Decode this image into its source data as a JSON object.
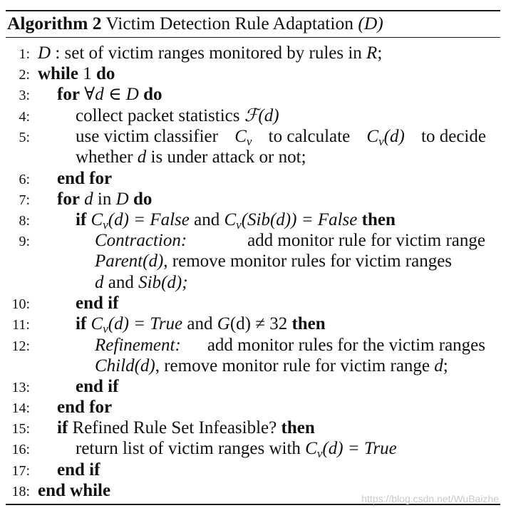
{
  "caption": {
    "label": "Algorithm 2",
    "title": "Victim Detection Rule Adaptation",
    "param": "(D)"
  },
  "kw": {
    "while": "while",
    "do": "do",
    "for": "for",
    "end_for": "end for",
    "if": "if",
    "then": "then",
    "end_if": "end if",
    "end_while": "end while",
    "and": "and"
  },
  "lines": [
    {
      "n": "1:",
      "a": "D",
      "b": " : set of victim ranges monitored by rules in ",
      "c": "R",
      "d": ";"
    },
    {
      "n": "2:",
      "a": " 1 "
    },
    {
      "n": "3:",
      "a": "∀d ∈ D"
    },
    {
      "n": "4:",
      "a": "collect packet statistics ",
      "b": "ℱ(d)"
    },
    {
      "n": "5:",
      "a": "use victim classifier ",
      "b": "C",
      "b_sub": "v",
      "c": " to calculate ",
      "d": "C",
      "d_sub": "v",
      "e": "(d)",
      "f": " to decide",
      "g": "whether ",
      "h": "d",
      "i": " is under attack or not;"
    },
    {
      "n": "6:"
    },
    {
      "n": "7:",
      "a": "d",
      "b": " in ",
      "c": "D"
    },
    {
      "n": "8:",
      "a": "C",
      "a_sub": "v",
      "b": "(d) = ",
      "c": "False",
      "d": "C",
      "d_sub": "v",
      "e": "(",
      "f": "Sib",
      "g": "(d)) = ",
      "h": "False"
    },
    {
      "n": "9:",
      "a": "Contraction:",
      "b": " add monitor rule for victim range",
      "c": "Parent",
      "d": "(d)",
      "e": ", remove monitor rules for victim ranges",
      "f": "d",
      "g": " and ",
      "h": "Sib",
      "i": "(d);"
    },
    {
      "n": "10:"
    },
    {
      "n": "11:",
      "a": "C",
      "a_sub": "v",
      "b": "(d) = ",
      "c": "True",
      "d": "G",
      "e": "(d) ≠ 32"
    },
    {
      "n": "12:",
      "a": "Refinement:",
      "b": " add monitor rules for the victim ranges",
      "c": "Child",
      "d": "(d)",
      "e": ", remove monitor rule for victim range ",
      "f": "d",
      "g": ";"
    },
    {
      "n": "13:"
    },
    {
      "n": "14:"
    },
    {
      "n": "15:",
      "a": " Refined Rule Set Infeasible? "
    },
    {
      "n": "16:",
      "a": "return list of victim ranges with ",
      "b": "C",
      "b_sub": "v",
      "c": "(d) = ",
      "d": "True"
    },
    {
      "n": "17:"
    },
    {
      "n": "18:"
    }
  ],
  "watermark": "https://blog.csdn.net/WuBaizhe"
}
